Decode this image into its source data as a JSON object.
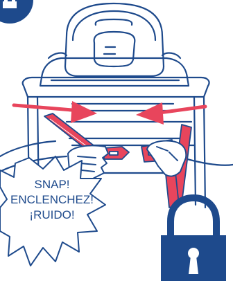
{
  "sound_burst": {
    "line1": "SNAP!",
    "line2": "ENCLENCHEZ!",
    "line3": "¡RUIDO!"
  },
  "colors": {
    "outline": "#1e4a8c",
    "accent": "#e8455c",
    "lock": "#1e4a8c"
  },
  "icons": [
    "corner-badge-icon",
    "padlock-icon",
    "arrow-right-icon",
    "arrow-left-icon"
  ]
}
